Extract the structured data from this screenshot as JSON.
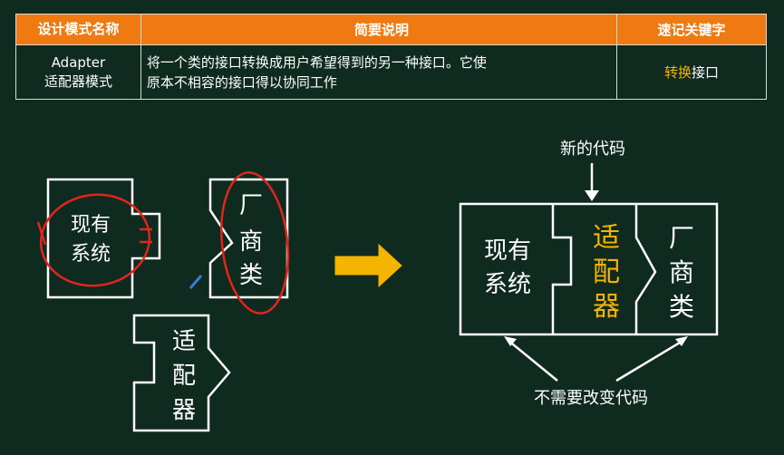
{
  "table": {
    "headers": [
      "设计模式名称",
      "简要说明",
      "速记关键字"
    ],
    "row": {
      "name_line1": "Adapter",
      "name_line2": "适配器模式",
      "desc_line1": "将一个类的接口转换成用户希望得到的另一种接口。它使",
      "desc_line2": "原本不相容的接口得以协同工作",
      "keyword_highlight": "转换",
      "keyword_rest": "接口"
    }
  },
  "diagram": {
    "existing_system_line1": "现有",
    "existing_system_line2": "系统",
    "vendor_chars": [
      "厂",
      "商",
      "类"
    ],
    "adapter_chars": [
      "适",
      "配",
      "器"
    ],
    "new_code_label": "新的代码",
    "no_change_label": "不需要改变代码"
  },
  "colors": {
    "header_bg": "#f07a12",
    "highlight": "#f5b400",
    "annotation_red": "#e0261c",
    "arrow_fill": "#f5b400",
    "background": "#0f2a1f"
  }
}
